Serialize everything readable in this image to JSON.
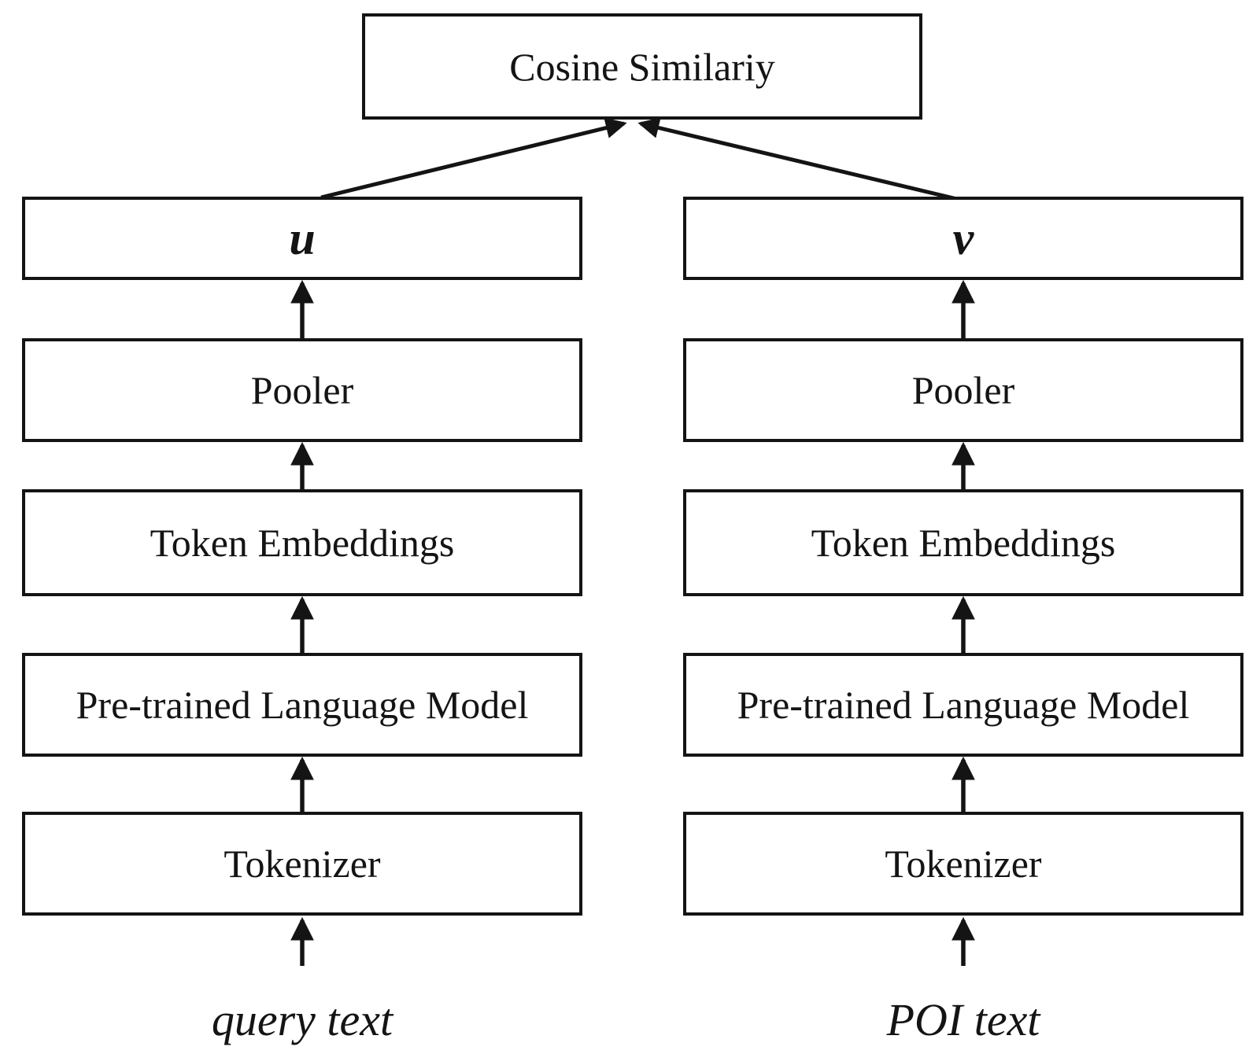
{
  "diagram": {
    "type": "dual-encoder-flow-diagram",
    "top_node": {
      "label": "Cosine Similariy"
    },
    "columns": [
      {
        "id": "query",
        "vector_label": "u",
        "layers": [
          "Pooler",
          "Token Embeddings",
          "Pre-trained Language Model",
          "Tokenizer"
        ],
        "input_label": "query text"
      },
      {
        "id": "poi",
        "vector_label": "v",
        "layers": [
          "Pooler",
          "Token Embeddings",
          "Pre-trained Language Model",
          "Tokenizer"
        ],
        "input_label": "POI text"
      }
    ],
    "colors": {
      "background": "#ffffff",
      "box_fill": "#ffffff",
      "line": "#141414",
      "text": "#141414"
    }
  }
}
